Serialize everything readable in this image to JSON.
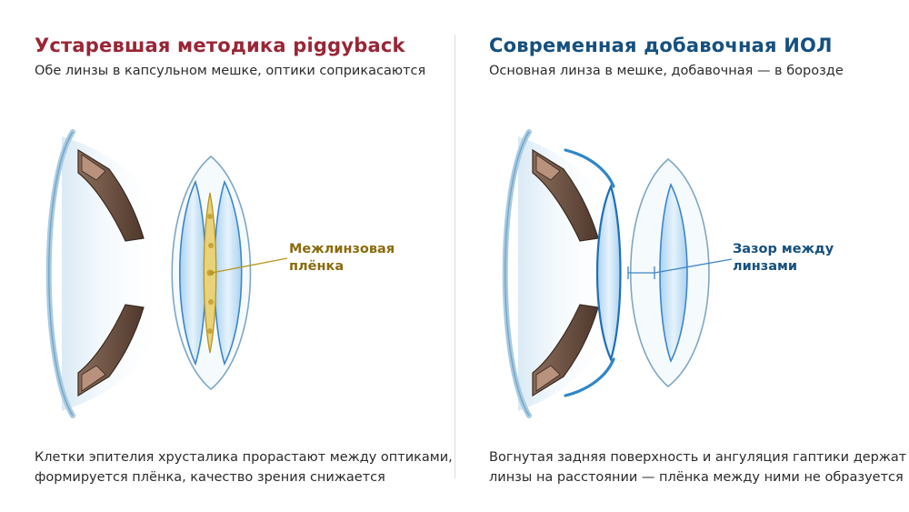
{
  "colors": {
    "left_title": "#9a2535",
    "right_title": "#15507f",
    "film_label": "#8a6b0e",
    "gap_label": "#15507f",
    "iris": "#6b4e3d",
    "lens_blue": "#3f86c6",
    "capsule": "#7fa7c4",
    "film_fill": "#e8d27a",
    "haptic": "#2f86c9"
  },
  "left_panel": {
    "title": "Устаревшая методика piggyback",
    "subtitle": "Обе линзы в капсульном мешке, оптики соприкасаются",
    "label_line1": "Межлинзовая",
    "label_line2": "плёнка",
    "caption_line1": "Клетки эпителия хрусталика прорастают между оптиками,",
    "caption_line2": "формируется плёнка, качество зрения снижается"
  },
  "right_panel": {
    "title": "Современная добавочная ИОЛ",
    "subtitle": "Основная линза в мешке, добавочная — в борозде",
    "label_line1": "Зазор между",
    "label_line2": "линзами",
    "caption_line1": "Вогнутая задняя поверхность и ангуляция гаптики держат",
    "caption_line2": "линзы на расстоянии — плёнка между ними не образуется"
  }
}
